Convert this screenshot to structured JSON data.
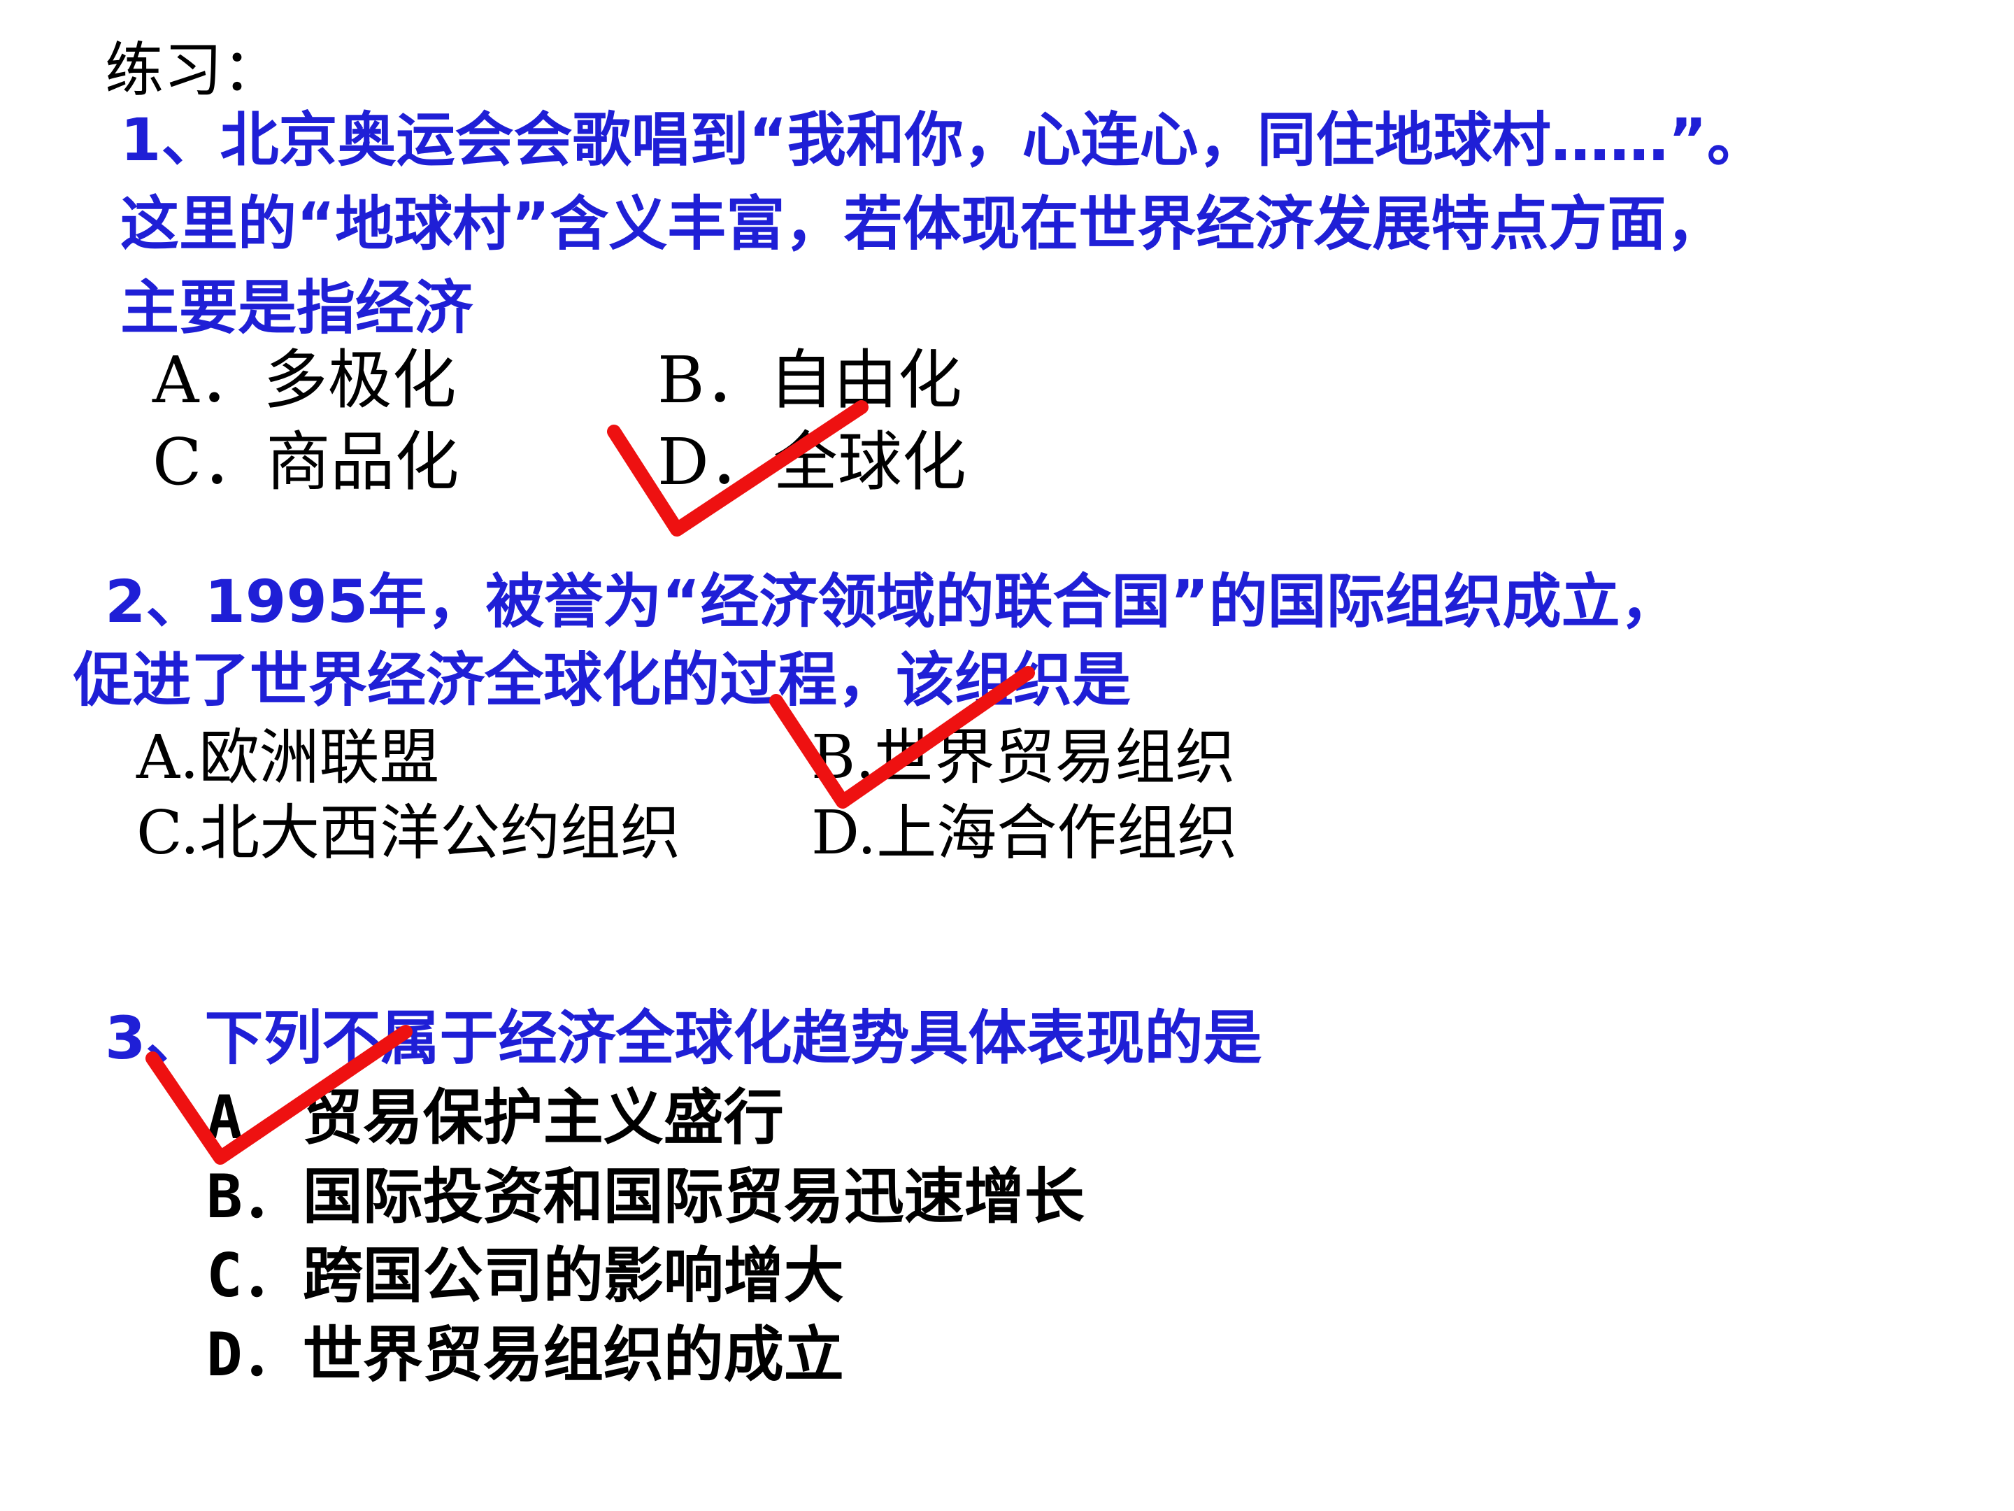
{
  "title": "练习：",
  "q1": {
    "lines": [
      "1、北京奥运会会歌唱到“我和你，心连心，同住地球村……”。",
      "这里的“地球村”含义丰富，若体现在世界经济发展特点方面，",
      "主要是指经济"
    ],
    "options": {
      "a": "A．多极化",
      "b": "B．自由化",
      "c": "C．商品化",
      "d": "D．全球化"
    },
    "answer": "D"
  },
  "q2": {
    "lines": [
      "2、1995年，被誉为“经济领域的联合国”的国际组织成立，",
      "促进了世界经济全球化的过程，该组织是"
    ],
    "options": {
      "a": "A.欧洲联盟",
      "b": "B.世界贸易组织",
      "c": "C.北大西洋公约组织",
      "d": "D.上海合作组织"
    },
    "answer": "B"
  },
  "q3": {
    "lines": [
      "3、下列不属于经济全球化趋势具体表现的是"
    ],
    "options": {
      "a": "A．贸易保护主义盛行",
      "b": "B．国际投资和国际贸易迅速增长",
      "c": "C．跨国公司的影响增大",
      "d": "D．世界贸易组织的成立"
    },
    "answer": "A"
  },
  "colors": {
    "question_text": "#1f1fd6",
    "option_text": "#000000",
    "check_mark": "#ee1111",
    "background": "#ffffff"
  },
  "icons": {
    "answer_mark": "check-mark-icon"
  }
}
